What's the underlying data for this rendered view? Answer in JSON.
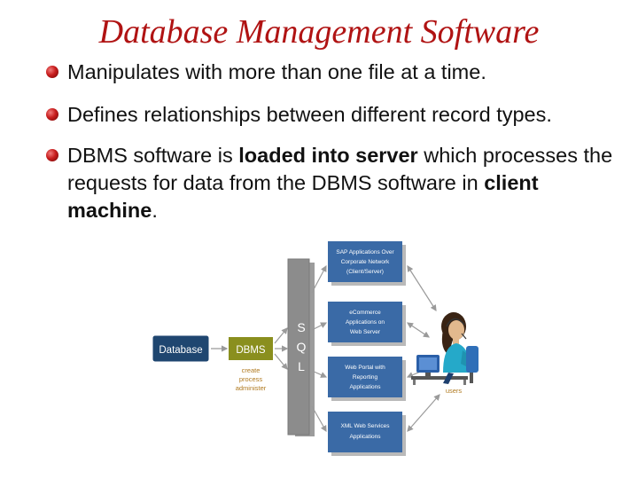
{
  "title": "Database Management Software",
  "bullets": {
    "b1": "Manipulates with more than one file at a time.",
    "b2": "Defines relationships between different record types.",
    "b3_pre": "DBMS software is ",
    "b3_bold1": "loaded into server",
    "b3_mid": " which processes the requests for data from the DBMS software in ",
    "b3_bold2": "client machine",
    "b3_end": "."
  },
  "diagram": {
    "database_label": "Database",
    "dbms_label": "DBMS",
    "dbms_caption": [
      "create",
      "process",
      "administer"
    ],
    "sql_letters": [
      "S",
      "Q",
      "L"
    ],
    "apps": [
      [
        "SAP Applications Over",
        "Corporate Network",
        "(Client/Server)"
      ],
      [
        "eCommerce",
        "Applications on",
        "Web Server"
      ],
      [
        "Web Portal  with",
        "Reporting",
        "Applications"
      ],
      [
        "XML Web Services",
        "Applications"
      ]
    ],
    "user_label": "users"
  },
  "colors": {
    "title": "#b01313",
    "database_box": "#1f4670",
    "dbms_box": "#8a8f1e",
    "app_box": "#3a6aa6",
    "sql_bar": "#8c8c8c"
  }
}
